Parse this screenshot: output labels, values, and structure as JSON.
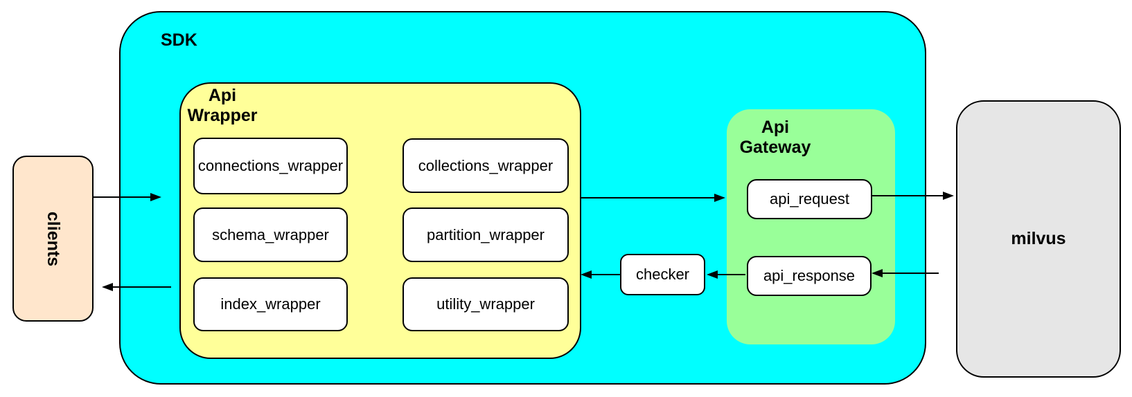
{
  "nodes": {
    "clients": {
      "label": "clients",
      "fill": "#FFE6CC"
    },
    "sdk": {
      "label": "SDK",
      "fill": "#00FFFF"
    },
    "api_wrapper": {
      "label": "Api\nWrapper",
      "fill": "#FFFF99",
      "boxes": [
        "connections_wrapper",
        "collections_wrapper",
        "schema_wrapper",
        "partition_wrapper",
        "index_wrapper",
        "utility_wrapper"
      ]
    },
    "api_gateway": {
      "label": "Api\nGateway",
      "fill": "#99FF99",
      "boxes": [
        "api_request",
        "api_response"
      ]
    },
    "checker": {
      "label": "checker",
      "fill": "#FFFFFF"
    },
    "milvus": {
      "label": "milvus",
      "fill": "#E6E6E6"
    }
  },
  "arrows": [
    {
      "from": "clients",
      "to": "sdk"
    },
    {
      "from": "api_wrapper",
      "to": "clients"
    },
    {
      "from": "api_wrapper",
      "to": "api_gateway"
    },
    {
      "from": "api_request",
      "to": "milvus"
    },
    {
      "from": "milvus",
      "to": "api_response"
    },
    {
      "from": "api_response",
      "to": "checker"
    },
    {
      "from": "checker",
      "to": "api_wrapper"
    }
  ]
}
